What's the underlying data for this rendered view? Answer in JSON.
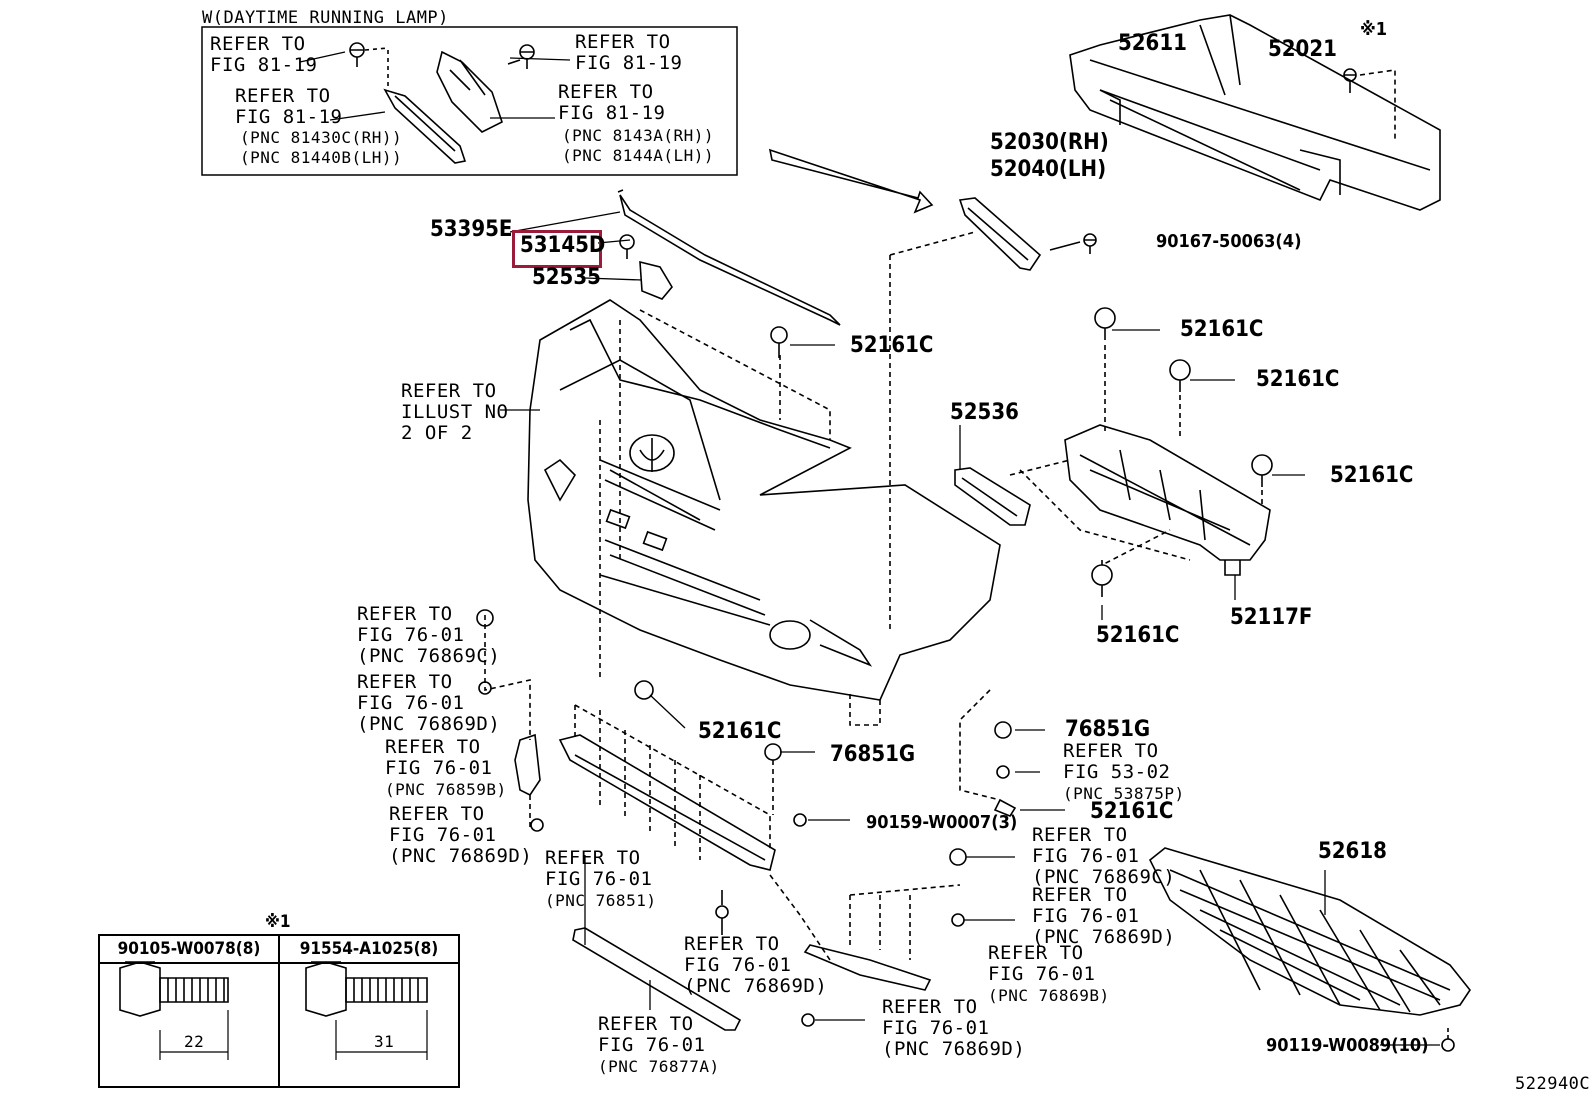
{
  "inset": {
    "title": "W(DAYTIME RUNNING LAMP)",
    "refs": [
      {
        "lines": [
          "REFER TO",
          "FIG 81-19"
        ]
      },
      {
        "lines": [
          "REFER TO",
          "FIG 81-19"
        ]
      },
      {
        "lines": [
          "REFER TO",
          "FIG 81-19",
          "(PNC 81430C(RH))",
          "(PNC 81440B(LH))"
        ]
      },
      {
        "lines": [
          "REFER TO",
          "FIG 81-19",
          "(PNC 8143A(RH))",
          "(PNC 8144A(LH))"
        ]
      }
    ]
  },
  "parts": {
    "p52611": "52611",
    "p52021": "52021",
    "mark1": "※1",
    "p52030": "52030(RH)",
    "p52040": "52040(LH)",
    "p53395E": "53395E",
    "p53145D": "53145D",
    "p52535": "52535",
    "p90167": "90167-50063(4)",
    "p52161C_a": "52161C",
    "p52161C_b": "52161C",
    "p52161C_c": "52161C",
    "p52161C_d": "52161C",
    "p52161C_e": "52161C",
    "p52161C_f": "52161C",
    "p52161C_g": "52161C",
    "p52536": "52536",
    "p52117F": "52117F",
    "p76851G_a": "76851G",
    "p76851G_b": "76851G",
    "p90159": "90159-W0007(3)",
    "p52618": "52618",
    "p90119": "90119-W0089(10)",
    "diagram_id": "522940C"
  },
  "refs": {
    "illust": [
      "REFER TO",
      "ILLUST NO",
      "2 OF 2"
    ],
    "r76869C_left": [
      "REFER TO",
      "FIG 76-01",
      "(PNC 76869C)"
    ],
    "r76869D_left1": [
      "REFER TO",
      "FIG 76-01",
      "(PNC 76869D)"
    ],
    "r76859B": [
      "REFER TO",
      "FIG 76-01",
      "(PNC 76859B)"
    ],
    "r76869D_left2": [
      "REFER TO",
      "FIG 76-01",
      "(PNC 76869D)"
    ],
    "r76851": [
      "REFER TO",
      "FIG 76-01",
      "(PNC 76851)"
    ],
    "r76869D_mid": [
      "REFER TO",
      "FIG 76-01",
      "(PNC 76869D)"
    ],
    "r76877A": [
      "REFER TO",
      "FIG 76-01",
      "(PNC 76877A)"
    ],
    "r53875P": [
      "REFER TO",
      "FIG 53-02",
      "(PNC 53875P)"
    ],
    "r76869C_right": [
      "REFER TO",
      "FIG 76-01",
      "(PNC 76869C)"
    ],
    "r76869D_right": [
      "REFER TO",
      "FIG 76-01",
      "(PNC 76869D)"
    ],
    "r76869B": [
      "REFER TO",
      "FIG 76-01",
      "(PNC 76869B)"
    ],
    "r76869D_bottom": [
      "REFER TO",
      "FIG 76-01",
      "(PNC 76869D)"
    ]
  },
  "bolt_table": {
    "mark": "※1",
    "columns": [
      {
        "header": "90105-W0078(8)",
        "length": "22"
      },
      {
        "header": "91554-A1025(8)",
        "length": "31"
      }
    ]
  }
}
